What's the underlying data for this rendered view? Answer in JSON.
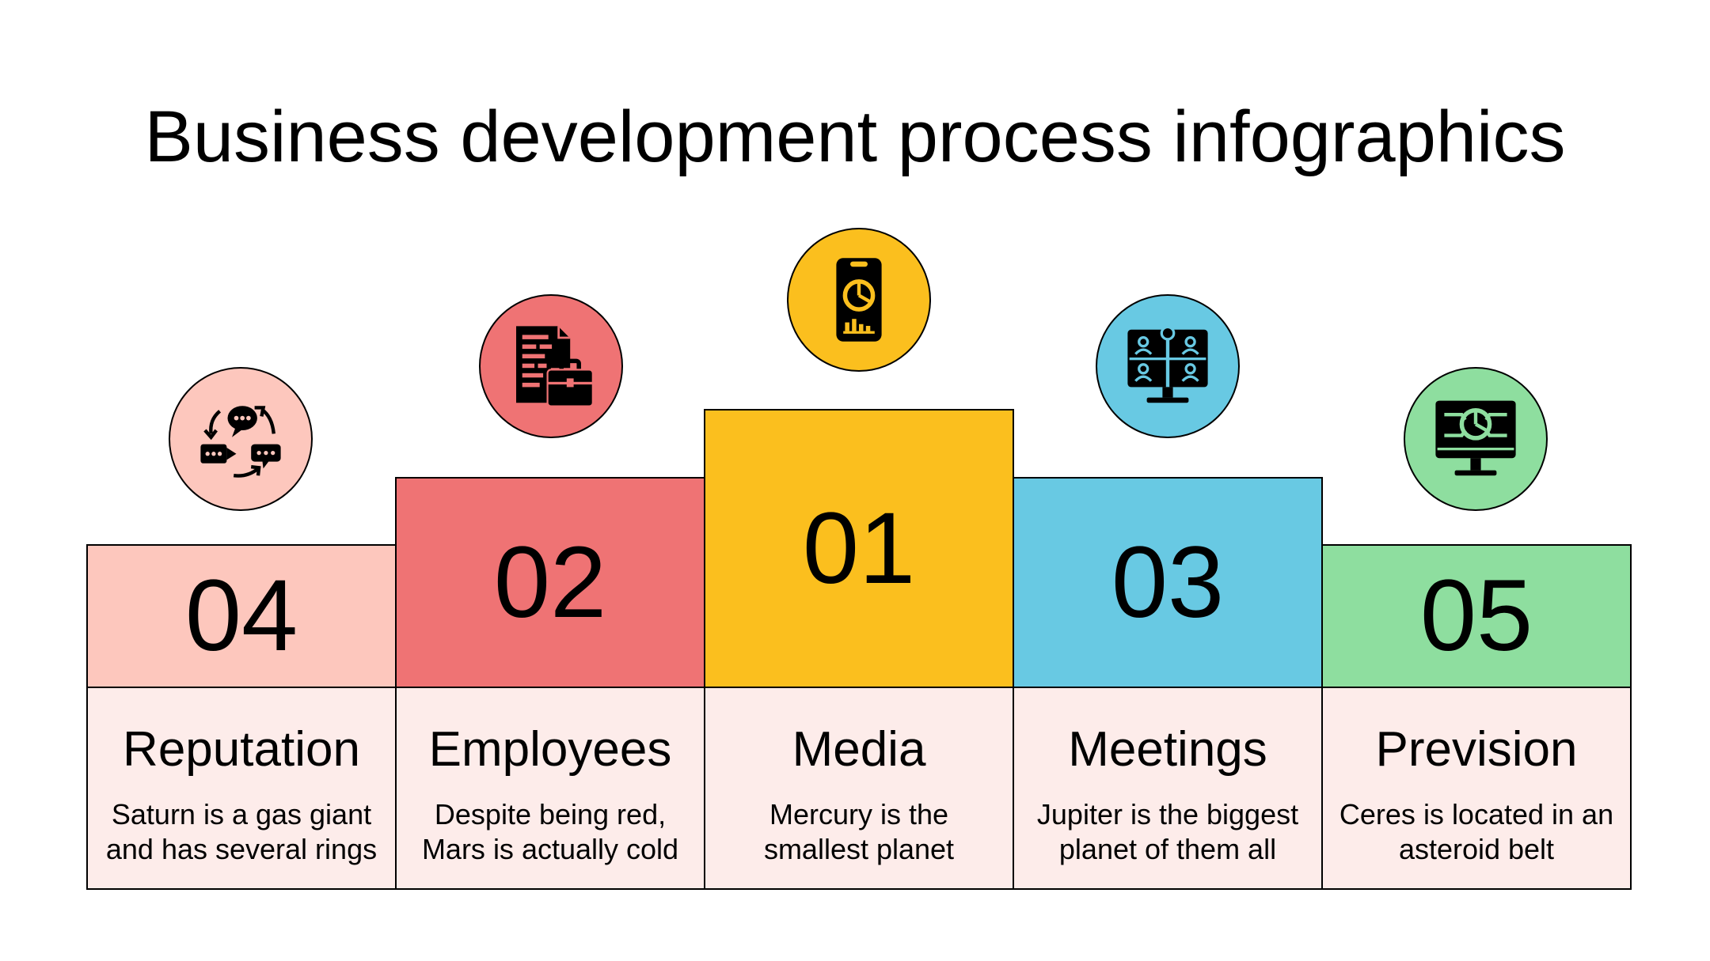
{
  "title": "Business development process infographics",
  "steps": [
    {
      "number": "04",
      "label": "Reputation",
      "desc_line1": "Saturn is a gas giant",
      "desc_line2": "and has several rings",
      "color": "#fdc7bd",
      "icon": "chat-bubbles-icon"
    },
    {
      "number": "02",
      "label": "Employees",
      "desc_line1": "Despite being red,",
      "desc_line2": "Mars is actually cold",
      "color": "#ef7374",
      "icon": "document-briefcase-icon"
    },
    {
      "number": "01",
      "label": "Media",
      "desc_line1": "Mercury is the",
      "desc_line2": "smallest planet",
      "color": "#fbbf1e",
      "icon": "smartphone-chart-icon"
    },
    {
      "number": "03",
      "label": "Meetings",
      "desc_line1": "Jupiter is the biggest",
      "desc_line2": "planet of them all",
      "color": "#68c9e3",
      "icon": "video-meeting-icon"
    },
    {
      "number": "05",
      "label": "Prevision",
      "desc_line1": "Ceres is located in an",
      "desc_line2": "asteroid belt",
      "color": "#8ede9f",
      "icon": "monitor-chart-icon"
    }
  ]
}
